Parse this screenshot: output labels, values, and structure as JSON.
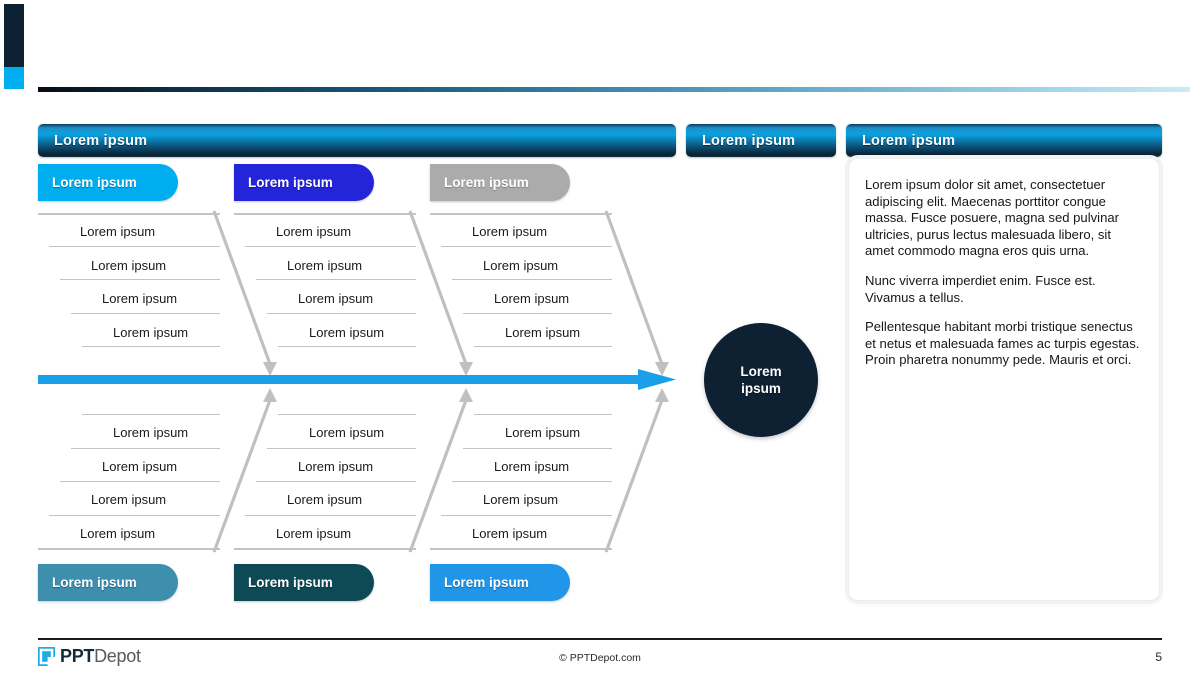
{
  "decoration": {
    "navy_color": "#0d2133",
    "cyan_color": "#00aeef"
  },
  "headers": [
    {
      "id": "main",
      "label": "Lorem ipsum"
    },
    {
      "id": "mid",
      "label": "Lorem ipsum"
    },
    {
      "id": "right",
      "label": "Lorem ipsum"
    }
  ],
  "fishbone": {
    "spine_color": "#19a0e8",
    "rib_line_color": "#c3c3c3",
    "diagonal_color": "#c0c0c0",
    "top_categories": [
      {
        "label": "Lorem ipsum",
        "color": "#00aeef",
        "causes": [
          "Lorem ipsum",
          "Lorem ipsum",
          "Lorem ipsum",
          "Lorem ipsum"
        ]
      },
      {
        "label": "Lorem ipsum",
        "color": "#2424d8",
        "causes": [
          "Lorem ipsum",
          "Lorem ipsum",
          "Lorem ipsum",
          "Lorem ipsum"
        ]
      },
      {
        "label": "Lorem ipsum",
        "color": "#ababab",
        "causes": [
          "Lorem ipsum",
          "Lorem ipsum",
          "Lorem ipsum",
          "Lorem ipsum"
        ]
      }
    ],
    "bottom_categories": [
      {
        "label": "Lorem ipsum",
        "color": "#3d8fad",
        "causes": [
          "Lorem ipsum",
          "Lorem ipsum",
          "Lorem ipsum",
          "Lorem ipsum"
        ]
      },
      {
        "label": "Lorem ipsum",
        "color": "#0d4a55",
        "causes": [
          "Lorem ipsum",
          "Lorem ipsum",
          "Lorem ipsum",
          "Lorem ipsum"
        ]
      },
      {
        "label": "Lorem ipsum",
        "color": "#2196e8",
        "causes": [
          "Lorem ipsum",
          "Lorem ipsum",
          "Lorem ipsum",
          "Lorem ipsum"
        ]
      }
    ],
    "effect": {
      "line1": "Lorem",
      "line2": "ipsum",
      "color": "#0e2133"
    }
  },
  "panel": {
    "paragraphs": [
      "Lorem ipsum dolor sit amet, consectetuer adipiscing elit. Maecenas porttitor congue massa. Fusce posuere, magna sed pulvinar ultricies, purus lectus malesuada libero, sit amet commodo magna eros quis urna.",
      "Nunc viverra imperdiet enim. Fusce est. Vivamus a tellus.",
      "Pellentesque habitant morbi tristique senectus et netus et malesuada fames ac turpis egestas. Proin pharetra nonummy pede. Mauris et orci."
    ]
  },
  "footer": {
    "logo_primary": "PPT",
    "logo_secondary": "Depot",
    "copyright": "© PPTDepot.com",
    "page_number": "5",
    "logo_color": "#1cade4"
  }
}
